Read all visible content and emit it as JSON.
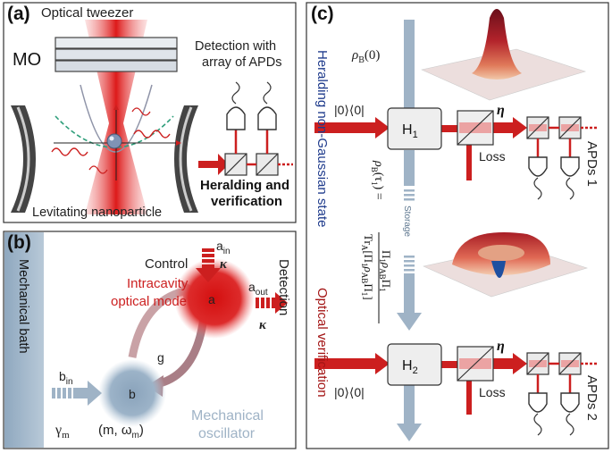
{
  "panel_a": {
    "label": "(a)",
    "tweezer": "Optical tweezer",
    "mo": "MO",
    "detection_line1": "Detection with",
    "detection_line2": "array of APDs",
    "heralding_line1": "Heralding and",
    "heralding_line2": "verification",
    "particle": "Levitating nanoparticle"
  },
  "panel_b": {
    "label": "(b)",
    "bath": "Mechanical bath",
    "control": "Control",
    "a_in": "a",
    "a_in_sub": "in",
    "kappa": "κ",
    "intracavity_line1": "Intracavity",
    "intracavity_line2": "optical mode",
    "mode_a": "a",
    "a_out": "a",
    "a_out_sub": "out",
    "detection": "Detection",
    "g": "g",
    "b_in": "b",
    "b_in_sub": "in",
    "mode_b": "b",
    "gamma": "γ",
    "gamma_sub": "m",
    "mass_params": "(m, ω",
    "mass_params_sub": "m",
    "mass_params_end": ")",
    "mech_line1": "Mechanical",
    "mech_line2": "oscillator"
  },
  "panel_c": {
    "label": "(c)",
    "rho0": "ρ",
    "rho0_sub": "B",
    "rho0_arg": "(0)",
    "heralding_side": "Heralding non-Gaussian state",
    "verification_side": "Optical verification",
    "vac1": "|0⟩⟨0|",
    "vac2": "|0⟩⟨0|",
    "h1": "H",
    "h1_sub": "1",
    "h2": "H",
    "h2_sub": "2",
    "eta1": "η",
    "eta2": "η",
    "loss1": "Loss",
    "loss2": "Loss",
    "apds1": "APDs 1",
    "apds2": "APDs 2",
    "storage": "Storage",
    "formula_lhs": "ρ",
    "formula_lhs_sub": "B",
    "formula_lhs_arg": "(τ",
    "formula_lhs_arg_sub": "1",
    "formula_lhs_end": ") =",
    "formula_num": "Π",
    "formula_num_sub": "1",
    "formula_num_mid": "ρ",
    "formula_num_mid_sub": "AB",
    "formula_num_end": "Π",
    "formula_num_end_sub": "1",
    "formula_den": "Tr",
    "formula_den_sub": "A",
    "formula_den_mid": "[Π",
    "formula_den_mid_sub": "1",
    "formula_den_rho": "ρ",
    "formula_den_rho_sub": "AB",
    "formula_den_end": "Π",
    "formula_den_end_sub": "1",
    "formula_den_close": "]"
  },
  "colors": {
    "red": "#cc1f1f",
    "blue_grey": "#8faac2",
    "frame": "#333333"
  }
}
